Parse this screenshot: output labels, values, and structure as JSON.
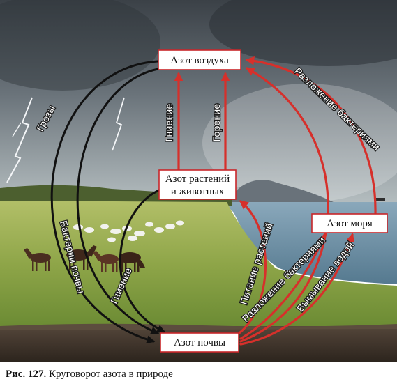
{
  "nodes": {
    "air": "Азот воздуха",
    "plants_line1": "Азот растений",
    "plants_line2": "и животных",
    "sea": "Азот моря",
    "soil": "Азот почвы"
  },
  "processes": {
    "thunderstorms": "Грозы",
    "soil_bacteria": "Бактерии почвы",
    "decay_up": "Гниение",
    "combustion": "Горение",
    "bacterial_decomposition_top": "Разложение бактериями",
    "decay_down": "Гниение",
    "plant_nutrition": "Питание растений",
    "bacterial_decomposition_bottom": "Разложение бактериями",
    "leaching": "Вымывание водой"
  },
  "caption": {
    "number": "Рис. 127.",
    "text": "Круговорот азота в природе"
  },
  "colors": {
    "red_arrow": "#d6302b",
    "black_arrow": "#111111",
    "box_border": "#c8262a"
  }
}
